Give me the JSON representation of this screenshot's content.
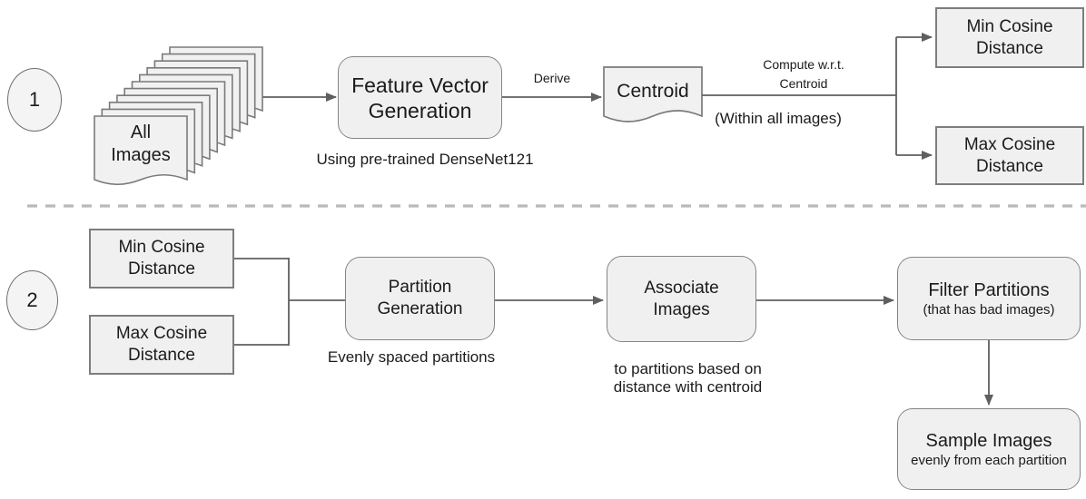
{
  "stage1": {
    "step_number": "1",
    "all_images_label": "All\nImages",
    "feature_vector_box": "Feature Vector\nGeneration",
    "feature_vector_caption": "Using pre-trained DenseNet121",
    "derive_label": "Derive",
    "centroid_label": "Centroid",
    "compute_label": "Compute w.r.t.\nCentroid",
    "within_label": "(Within all images)",
    "min_cosine_box": "Min Cosine\nDistance",
    "max_cosine_box": "Max Cosine\nDistance"
  },
  "stage2": {
    "step_number": "2",
    "min_cosine_box": "Min Cosine\nDistance",
    "max_cosine_box": "Max Cosine\nDistance",
    "partition_box": "Partition\nGeneration",
    "partition_caption": "Evenly spaced partitions",
    "associate_box": "Associate\nImages",
    "associate_caption": "to partitions based on\ndistance with centroid",
    "filter_box_title": "Filter Partitions",
    "filter_box_subtitle": "(that has bad images)",
    "sample_box_title": "Sample Images",
    "sample_box_subtitle": "evenly from each partition"
  },
  "colors": {
    "box_fill": "#f0f0f0",
    "box_border": "#7d7d7d",
    "rounded_border": "#858585",
    "connector": "#5f5f5f",
    "divider_dash": "#b9b9b9",
    "text": "#1b1b1b"
  }
}
